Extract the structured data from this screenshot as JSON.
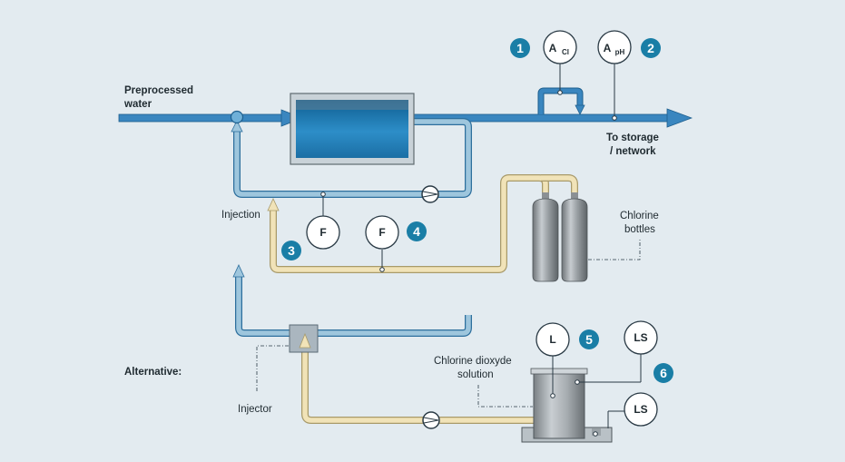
{
  "labels": {
    "preprocessed_line1": "Preprocessed",
    "preprocessed_line2": "water",
    "to_storage_line1": "To storage",
    "to_storage_line2": "/ network",
    "injection": "Injection",
    "chlorine_bottles_line1": "Chlorine",
    "chlorine_bottles_line2": "bottles",
    "alternative": "Alternative:",
    "chlorine_dioxyde_line1": "Chlorine dioxyde",
    "chlorine_dioxyde_line2": "solution",
    "injector": "Injector"
  },
  "instruments": {
    "a_cl_main": "A",
    "a_cl_sub": "Cl",
    "a_ph_main": "A",
    "a_ph_sub": "pH",
    "f_left": "F",
    "f_right": "F",
    "l": "L",
    "ls_top": "LS",
    "ls_bottom": "LS"
  },
  "badges": [
    "1",
    "2",
    "3",
    "4",
    "5",
    "6"
  ],
  "colors": {
    "background": "#e3ebf0",
    "main_pipe": "#3a86bf",
    "side_pipe": "#9ec6dd",
    "chlorine_pipe": "#f1e3b8",
    "badge": "#1a7ea6",
    "tank_fill": "#1f77ad"
  }
}
